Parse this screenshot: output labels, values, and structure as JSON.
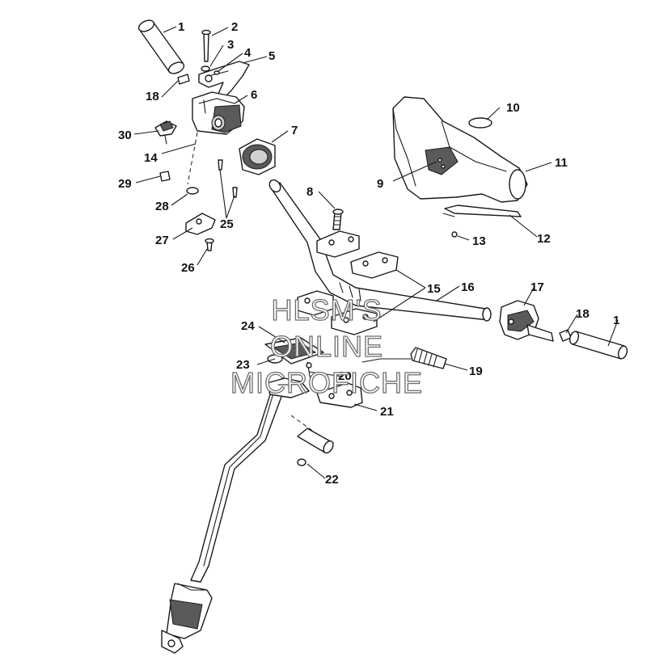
{
  "watermark": {
    "line1": "HLSM'S",
    "line2": "ONLINE",
    "line3": "MICROFICHE"
  },
  "callouts": {
    "c1a": "1",
    "c2": "2",
    "c3": "3",
    "c4": "4",
    "c5": "5",
    "c6": "6",
    "c7": "7",
    "c8": "8",
    "c9": "9",
    "c10": "10",
    "c11": "11",
    "c12": "12",
    "c13": "13",
    "c14": "14",
    "c15": "15",
    "c16": "16",
    "c17": "17",
    "c18a": "18",
    "c18b": "18",
    "c1b": "1",
    "c19": "19",
    "c20": "20",
    "c21": "21",
    "c22": "22",
    "c23": "23",
    "c24": "24",
    "c25": "25",
    "c26": "26",
    "c27": "27",
    "c28": "28",
    "c29": "29",
    "c30": "30"
  }
}
